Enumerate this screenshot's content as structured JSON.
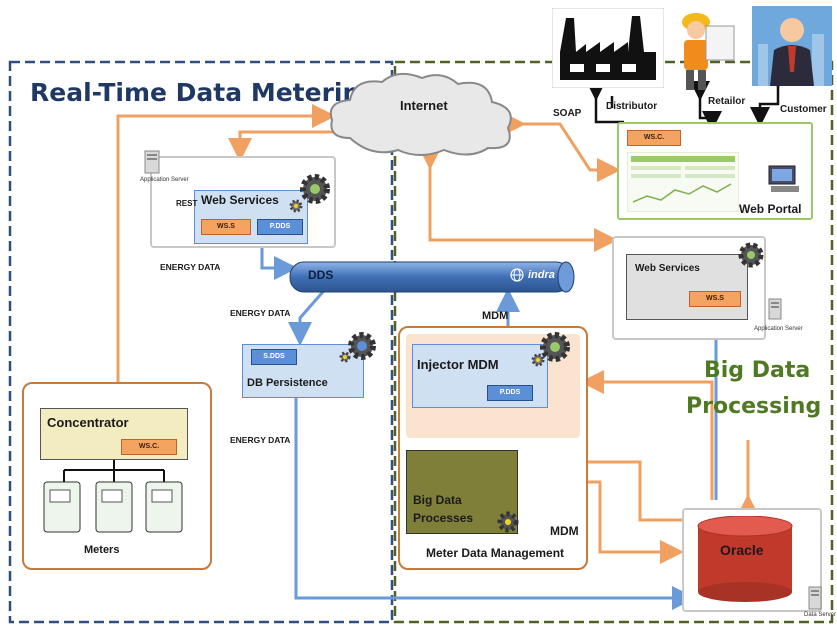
{
  "left_region": {
    "title": "Real-Time Data Metering"
  },
  "right_region": {
    "title_line1": "Big Data",
    "title_line2": "Processing"
  },
  "cloud": {
    "label": "Internet"
  },
  "stakeholders": {
    "distributor": "Distributor",
    "retailor": "Retailor",
    "customer": "Customer",
    "soap": "SOAP"
  },
  "web_portal": {
    "tag": "WS.C.",
    "label": "Web Portal"
  },
  "app_server_top": {
    "caption": "Application Server",
    "rest": "REST",
    "title": "Web Services",
    "ws_tag": "WS.S",
    "pdds_tag": "P.DDS"
  },
  "app_server_right": {
    "caption": "Application Server",
    "title": "Web Services",
    "ws_tag": "WS.S"
  },
  "dds_bus": {
    "label": "DDS",
    "brand": "indra"
  },
  "energy_data": [
    "ENERGY DATA",
    "ENERGY DATA",
    "ENERGY DATA"
  ],
  "db_persistence": {
    "tag": "S.DDS",
    "title": "DB Persistence"
  },
  "concentrator": {
    "title": "Concentrator",
    "tag": "WS.C.",
    "meters": "Meters"
  },
  "mdm": {
    "top_label": "MDM",
    "injector": "Injector MDM",
    "injector_tag": "P.DDS",
    "big_data_line1": "Big Data",
    "big_data_line2": "Processes",
    "mdm_label": "MDM",
    "caption": "Meter Data Management"
  },
  "oracle": {
    "label": "Oracle",
    "server_caption": "Data Server"
  },
  "colors": {
    "dashed_left": "#2f4f7f",
    "dashed_right": "#4f6228",
    "orange": "#f4a460",
    "blue": "#5b8fd6"
  }
}
